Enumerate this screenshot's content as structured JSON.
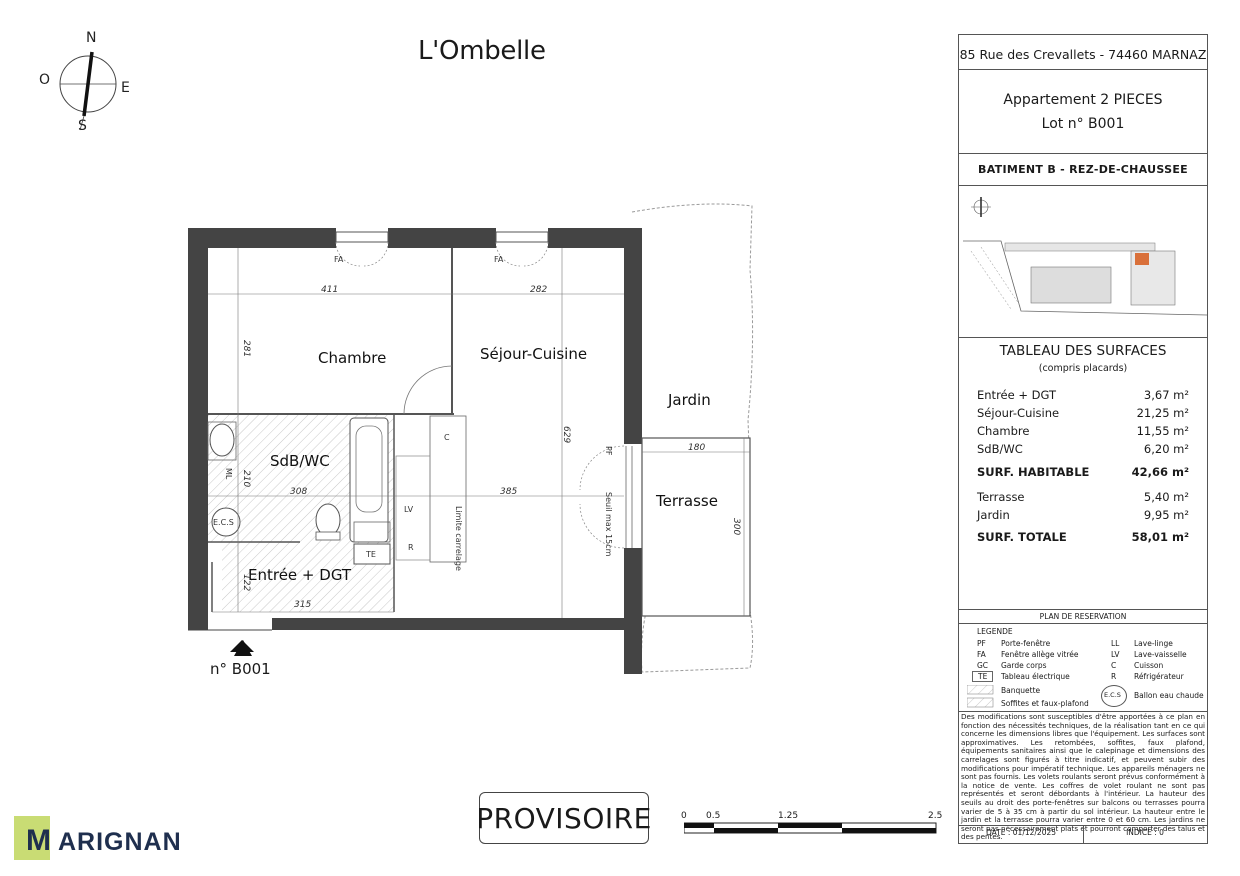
{
  "title": "L'Ombelle",
  "compass": {
    "north": "N",
    "south": "S",
    "east": "E",
    "west": "O"
  },
  "rooms": {
    "chambre": "Chambre",
    "sejour": "Séjour-Cuisine",
    "sdb": "SdB/WC",
    "entree": "Entrée + DGT",
    "jardin": "Jardin",
    "terrasse": "Terrasse"
  },
  "dimensions": {
    "d411": "411",
    "d282": "282",
    "d281": "281",
    "d629": "629",
    "d210": "210",
    "d308": "308",
    "d385": "385",
    "d122": "122",
    "d315": "315",
    "d180": "180",
    "d300": "300"
  },
  "plan_labels": {
    "fa1": "FA",
    "fa2": "FA",
    "pf": "PF",
    "c": "C",
    "ml": "ML",
    "ecs": "E.C.S",
    "lv": "LV",
    "r": "R",
    "te": "TE",
    "limite": "Limite carrelage",
    "seuil": "Seuil max 15cm"
  },
  "lot_marker": "n° B001",
  "provisoire": "PROVISOIRE",
  "scale": {
    "s0": "0",
    "s05": "0.5",
    "s125": "1.25",
    "s25": "2.5"
  },
  "brand": {
    "mark": "M",
    "name": "ARIGNAN"
  },
  "cartouche": {
    "address": "85 Rue des Crevallets - 74460 MARNAZ",
    "apartment_type": "Appartement 2 PIECES",
    "lot": "Lot n° B001",
    "building": "BATIMENT B -  REZ-DE-CHAUSSEE",
    "surfaces_title": "TABLEAU DES SURFACES",
    "surfaces_subtitle": "(compris placards)",
    "surfaces": [
      {
        "label": "Entrée + DGT",
        "value": "3,67  m²"
      },
      {
        "label": "Séjour-Cuisine",
        "value": "21,25  m²"
      },
      {
        "label": "Chambre",
        "value": "11,55  m²"
      },
      {
        "label": "SdB/WC",
        "value": "6,20  m²"
      }
    ],
    "habitable": {
      "label": "SURF. HABITABLE",
      "value": "42,66 m²"
    },
    "exterior": [
      {
        "label": "Terrasse",
        "value": "5,40  m²"
      },
      {
        "label": "Jardin",
        "value": "9,95  m²"
      }
    ],
    "total": {
      "label": "SURF. TOTALE",
      "value": "58,01 m²"
    },
    "plan_reservation": "PLAN DE RESERVATION",
    "legend_title": "LEGENDE",
    "legend_left": [
      {
        "code": "PF",
        "text": "Porte-fenêtre"
      },
      {
        "code": "FA",
        "text": "Fenêtre allège vitrée"
      },
      {
        "code": "GC",
        "text": "Garde corps"
      },
      {
        "code": "TE",
        "text": "Tableau électrique"
      }
    ],
    "legend_right": [
      {
        "code": "LL",
        "text": "Lave-linge"
      },
      {
        "code": "LV",
        "text": "Lave-vaisselle"
      },
      {
        "code": "C",
        "text": "Cuisson"
      },
      {
        "code": "R",
        "text": "Réfrigérateur"
      }
    ],
    "legend_banquette": "Banquette",
    "legend_soffites": "Soffites et faux-plafond",
    "legend_ecs": "E.C.S",
    "legend_ballon": "Ballon eau chaude",
    "notice": "Des modifications sont susceptibles d'être apportées à ce plan en fonction des nécessités techniques, de la réalisation tant en ce qui concerne les dimensions libres que l'équipement. Les surfaces sont approximatives. Les retombées, soffites, faux plafond, équipements sanitaires ainsi que le calepinage et dimensions des carrelages sont figurés à titre indicatif, et peuvent subir des modifications pour impératif technique. Les appareils ménagers ne sont pas fournis. Les volets roulants seront prévus conformément à la notice de vente. Les coffres de volet roulant ne sont pas représentés et seront débordants à l'intérieur. La hauteur des seuils au droit des porte-fenêtres sur balcons ou terrasses pourra varier de 5 à 35 cm à partir du sol intérieur. La hauteur entre le jardin et la terrasse pourra varier entre 0 et 60 cm. Les jardins ne seront pas nécessairement plats et pourront comporter des talus et des pentes.",
    "date": "DATE : 01/12/2025",
    "indice": "INDICE : 0"
  }
}
